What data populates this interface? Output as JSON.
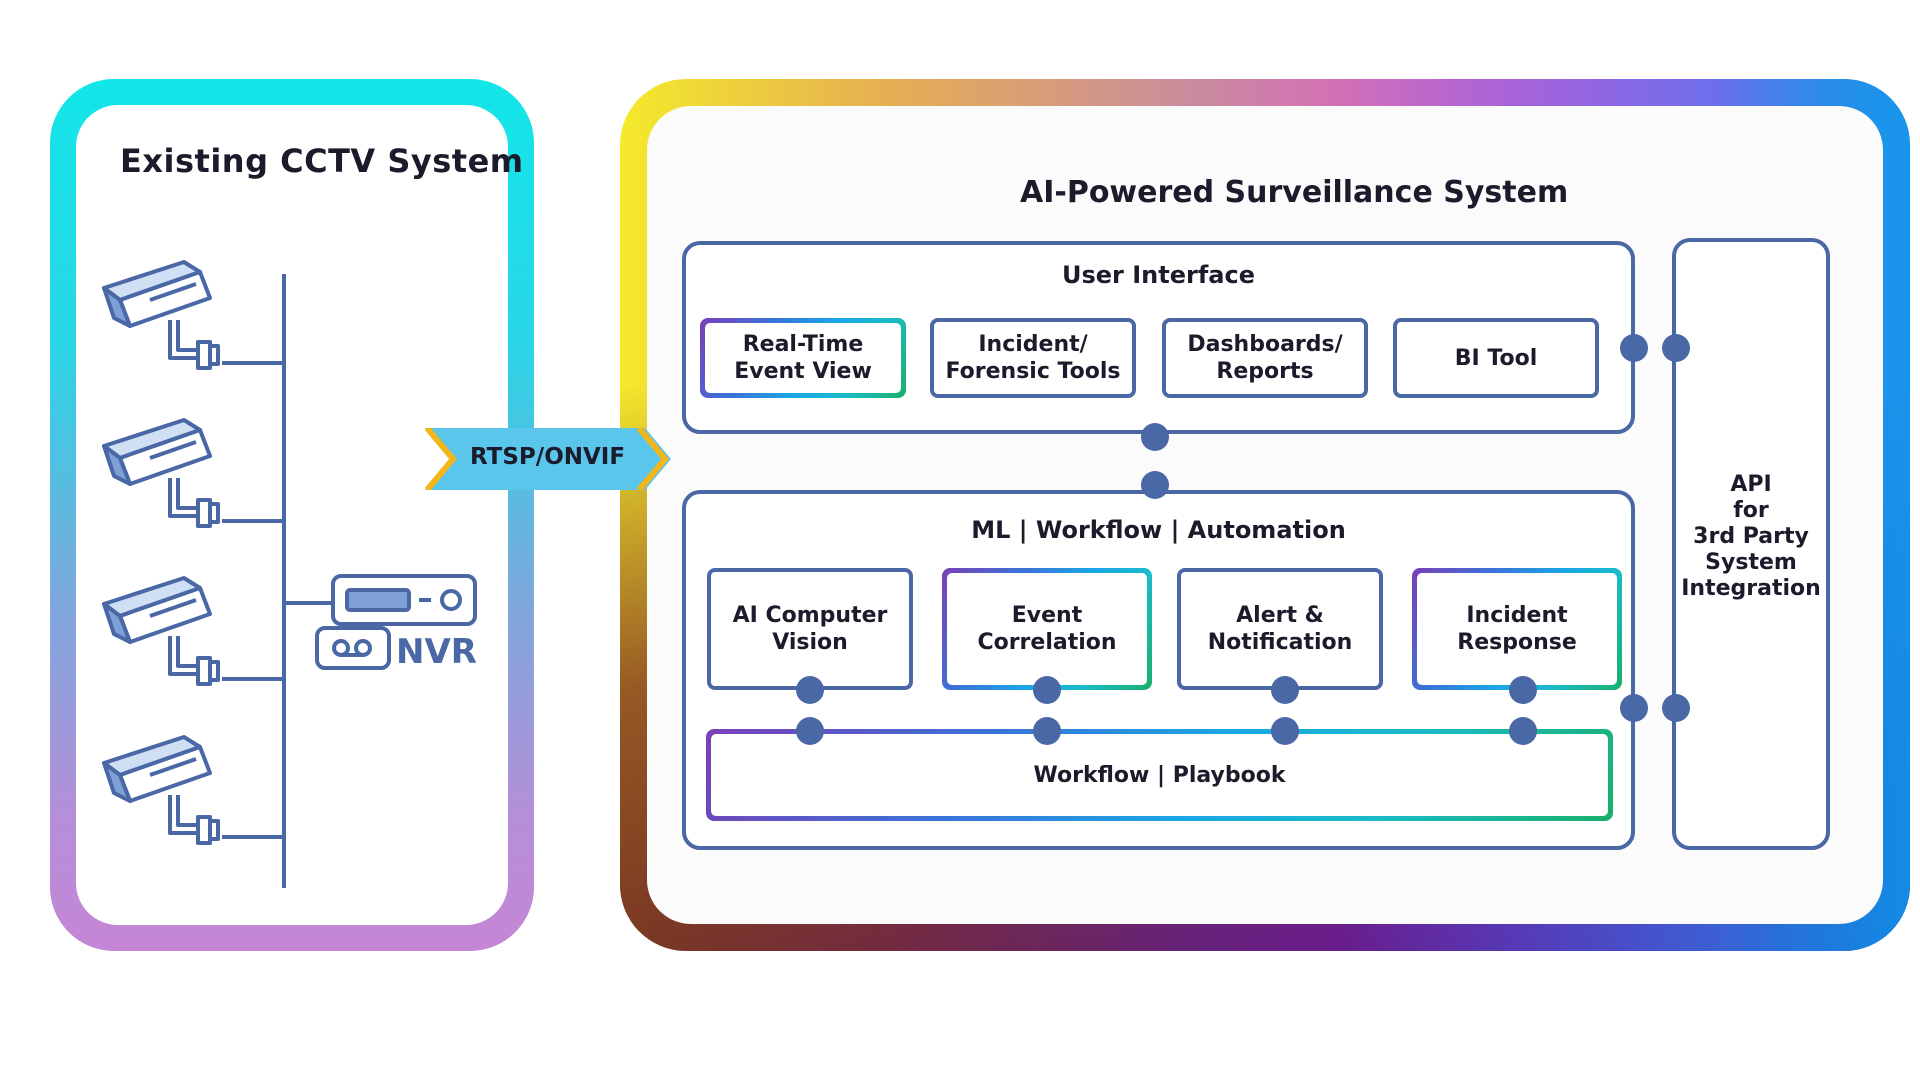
{
  "left_system": {
    "title": "Existing CCTV System",
    "nvr_label": "NVR"
  },
  "protocol": {
    "label": "RTSP/ONVIF"
  },
  "right_system": {
    "title": "AI-Powered Surveillance System",
    "user_interface": {
      "label": "User Interface",
      "items": [
        {
          "label": "Real-Time\nEvent View"
        },
        {
          "label": "Incident/\nForensic Tools"
        },
        {
          "label": "Dashboards/\nReports"
        },
        {
          "label": "BI Tool"
        }
      ]
    },
    "ml_layer": {
      "label": "ML | Workflow | Automation",
      "items": [
        {
          "label": "AI Computer\nVision"
        },
        {
          "label": "Event\nCorrelation"
        },
        {
          "label": "Alert &\nNotification"
        },
        {
          "label": "Incident\nResponse"
        }
      ],
      "workflow_label": "Workflow | Playbook"
    },
    "api": {
      "label": "API\nfor\n3rd Party\nSystem\nIntegration"
    }
  },
  "colors": {
    "line_blue": "#4a67a6",
    "arrow_fill": "#5bc6ec",
    "arrow_accent": "#f2b51a"
  },
  "icons": [
    "cctv-camera-icon",
    "nvr-recorder-icon",
    "connector-dot-icon"
  ]
}
